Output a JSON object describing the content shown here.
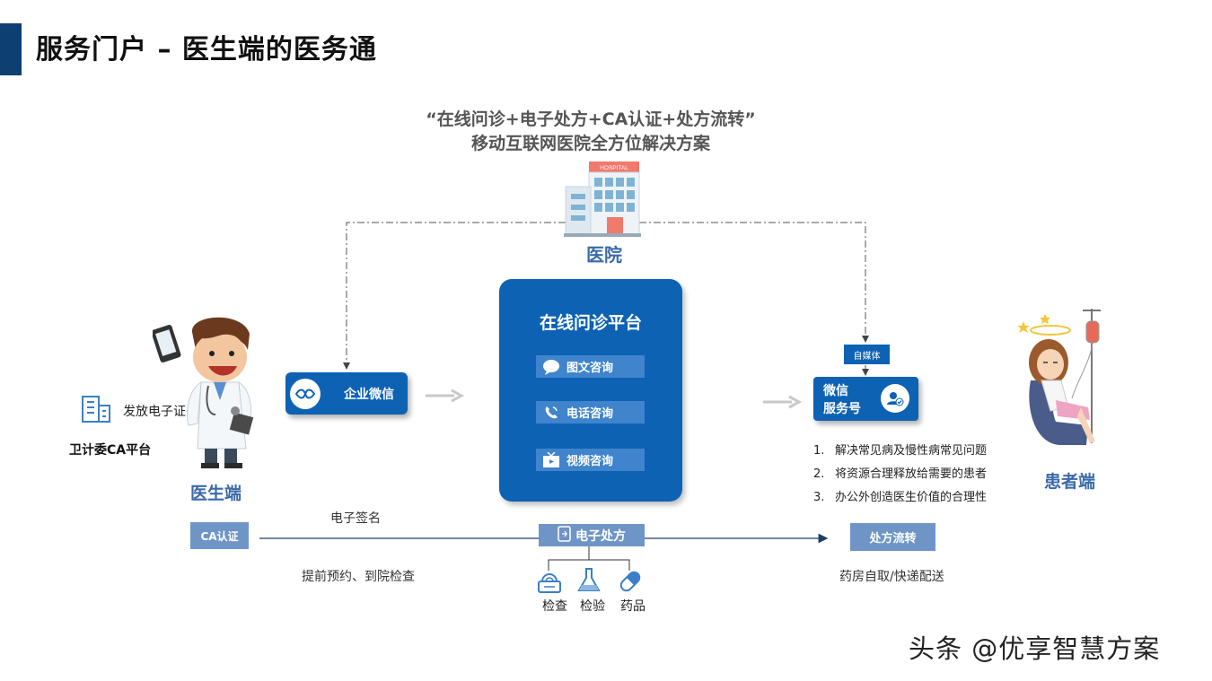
{
  "header": {
    "title": "服务门户 – 医生端的医务通"
  },
  "subtitle": {
    "line1": "“在线问诊+电子处方+CA认证+处方流转”",
    "line2": "移动互联网医院全方位解决方案"
  },
  "hospital": {
    "sign": "HOSPITAL",
    "label": "医院"
  },
  "platform": {
    "title": "在线问诊平台",
    "services": [
      "图文咨询",
      "电话咨询",
      "视频咨询"
    ]
  },
  "wecom": {
    "label": "企业微信"
  },
  "wechat_service": {
    "media_tag": "自媒体",
    "line1": "微信",
    "line2": "服务号"
  },
  "benefits": [
    {
      "num": "1.",
      "text": "解决常见病及慢性病常见问题"
    },
    {
      "num": "2.",
      "text": "将资源合理释放给需要的患者"
    },
    {
      "num": "3.",
      "text": "办公外创造医生价值的合理性"
    }
  ],
  "doctor": {
    "label": "医生端",
    "cert_text": "发放电子证书",
    "ca_platform": "卫计委CA平台"
  },
  "patient": {
    "label": "患者端"
  },
  "flow": {
    "ca_label": "CA认证",
    "esign": "电子签名",
    "booking": "提前预约、到院检查",
    "rx_label": "电子处方",
    "transfer_label": "处方流转",
    "pharmacy": "药房自取/快递配送",
    "items": [
      "检查",
      "检验",
      "药品"
    ]
  },
  "watermark": "头条 @优享智慧方案",
  "colors": {
    "primary": "#0d62b4",
    "accent_bar": "#0e3f73",
    "muted_box": "#6f95c7",
    "label_blue": "#3b6aa8"
  }
}
